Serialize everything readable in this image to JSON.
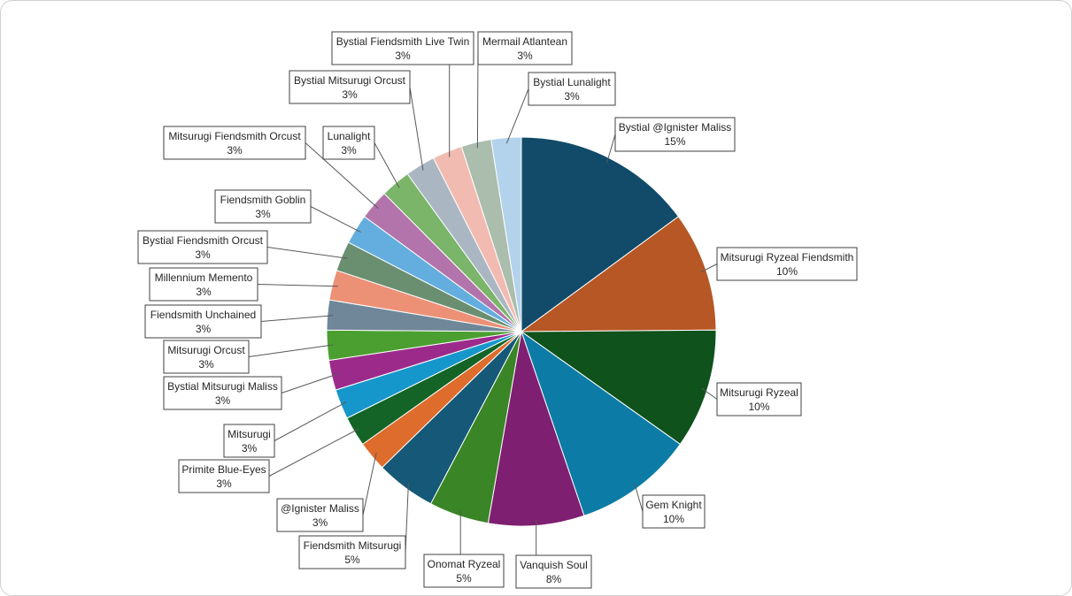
{
  "chart_data": {
    "type": "pie",
    "title": "",
    "slices": [
      {
        "label": "Bystial @Ignister Maliss",
        "value": 15,
        "value_label": "15%",
        "color": "#114B69"
      },
      {
        "label": "Mitsurugi Ryzeal Fiendsmith",
        "value": 10,
        "value_label": "10%",
        "color": "#B65725"
      },
      {
        "label": "Mitsurugi Ryzeal",
        "value": 10,
        "value_label": "10%",
        "color": "#0F521C"
      },
      {
        "label": "Gem Knight",
        "value": 10,
        "value_label": "10%",
        "color": "#0C7CA6"
      },
      {
        "label": "Vanquish Soul",
        "value": 8,
        "value_label": "8%",
        "color": "#7F1F71"
      },
      {
        "label": "Onomat Ryzeal",
        "value": 5,
        "value_label": "5%",
        "color": "#3A8526"
      },
      {
        "label": "Fiendsmith Mitsurugi",
        "value": 5,
        "value_label": "5%",
        "color": "#155877"
      },
      {
        "label": "@Ignister Maliss",
        "value": 2.5,
        "value_label": "3%",
        "color": "#DE6C2C"
      },
      {
        "label": "Primite Blue-Eyes",
        "value": 2.5,
        "value_label": "3%",
        "color": "#136426"
      },
      {
        "label": "Mitsurugi",
        "value": 2.5,
        "value_label": "3%",
        "color": "#1697CB"
      },
      {
        "label": "Bystial Mitsurugi Maliss",
        "value": 2.5,
        "value_label": "3%",
        "color": "#9C2A8B"
      },
      {
        "label": "Mitsurugi Orcust",
        "value": 2.5,
        "value_label": "3%",
        "color": "#4B9F30"
      },
      {
        "label": "Fiendsmith Unchained",
        "value": 2.5,
        "value_label": "3%",
        "color": "#6F8799"
      },
      {
        "label": "Millennium Memento",
        "value": 2.5,
        "value_label": "3%",
        "color": "#EC9076"
      },
      {
        "label": "Bystial Fiendsmith Orcust",
        "value": 2.5,
        "value_label": "3%",
        "color": "#6A8F70"
      },
      {
        "label": "Fiendsmith Goblin",
        "value": 2.5,
        "value_label": "3%",
        "color": "#63AEDF"
      },
      {
        "label": "Mitsurugi Fiendsmith Orcust",
        "value": 2.5,
        "value_label": "3%",
        "color": "#B374AB"
      },
      {
        "label": "Lunalight",
        "value": 2.5,
        "value_label": "3%",
        "color": "#7AB56A"
      },
      {
        "label": "Bystial Mitsurugi Orcust",
        "value": 2.5,
        "value_label": "3%",
        "color": "#ABB6C3"
      },
      {
        "label": "Bystial Fiendsmith Live Twin",
        "value": 2.5,
        "value_label": "3%",
        "color": "#F2BBB1"
      },
      {
        "label": "Mermail Atlantean",
        "value": 2.5,
        "value_label": "3%",
        "color": "#ABBDAD"
      },
      {
        "label": "Bystial Lunalight",
        "value": 2.5,
        "value_label": "3%",
        "color": "#B3D3EC"
      }
    ],
    "start_angle": "12 o'clock",
    "direction": "clockwise",
    "legend": "none",
    "labels": "callouts with leader lines"
  }
}
